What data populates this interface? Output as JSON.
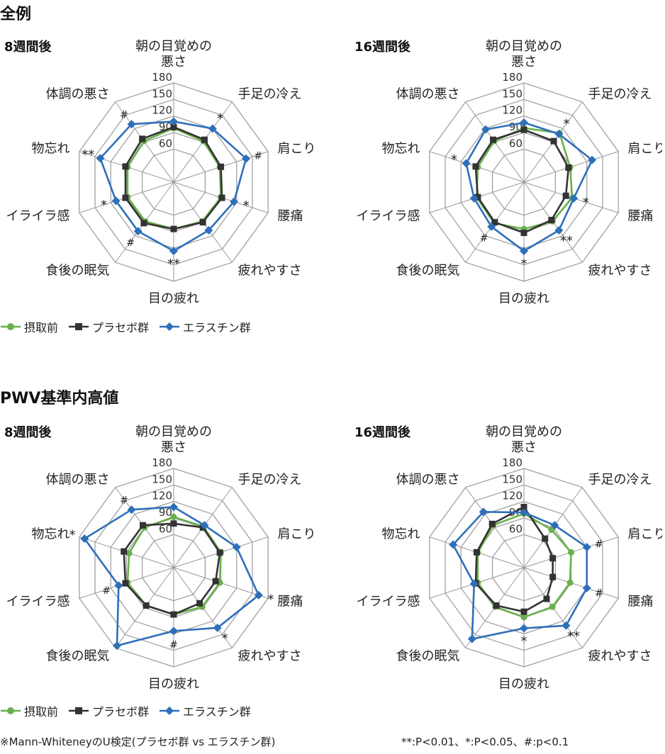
{
  "sections": [
    {
      "title": "全例"
    },
    {
      "title": "PWV基準内高値"
    }
  ],
  "legend": [
    {
      "label": "摂取前",
      "color": "#6ab04c",
      "marker": "circle"
    },
    {
      "label": "プラセボ群",
      "color": "#333333",
      "marker": "square"
    },
    {
      "label": "エラスチン群",
      "color": "#2e6fba",
      "marker": "diamond"
    }
  ],
  "footnote": {
    "test": "※Mann-WhiteneyのU検定(プラセボ群 vs エラスチン群)",
    "significance": "**:P<0.01、*:P<0.05、#:p<0.1"
  },
  "chart_data": [
    {
      "type": "radar",
      "section": "全例",
      "title": "8週間後",
      "axes": [
        "朝の目覚めの\n悪さ",
        "手足の冷え",
        "肩こり",
        "腰痛",
        "疲れやすさ",
        "目の疲れ",
        "食後の眠気",
        "イライラ感",
        "物忘れ",
        "体調の悪さ"
      ],
      "rlim": [
        0,
        180
      ],
      "ticks": [
        60,
        90,
        120,
        150,
        180
      ],
      "series": [
        {
          "name": "摂取前",
          "values": [
            98,
            92,
            88,
            90,
            88,
            85,
            88,
            88,
            88,
            92
          ]
        },
        {
          "name": "プラセボ群",
          "values": [
            100,
            95,
            90,
            92,
            90,
            85,
            92,
            92,
            92,
            97
          ]
        },
        {
          "name": "エラスチン群",
          "values": [
            110,
            120,
            138,
            115,
            108,
            125,
            110,
            110,
            140,
            130
          ]
        }
      ],
      "significance": [
        "",
        "*",
        "#",
        "*",
        "",
        "**",
        "#",
        "*",
        "**",
        "#"
      ]
    },
    {
      "type": "radar",
      "section": "全例",
      "title": "16週間後",
      "axes": [
        "朝の目覚めの\n悪さ",
        "手足の冷え",
        "肩こり",
        "腰痛",
        "疲れやすさ",
        "目の疲れ",
        "食後の眠気",
        "イライラ感",
        "物忘れ",
        "体調の悪さ"
      ],
      "rlim": [
        0,
        180
      ],
      "ticks": [
        60,
        90,
        120,
        150,
        180
      ],
      "series": [
        {
          "name": "摂取前",
          "values": [
            98,
            110,
            88,
            92,
            88,
            85,
            92,
            90,
            88,
            92
          ]
        },
        {
          "name": "プラセボ群",
          "values": [
            95,
            92,
            85,
            80,
            85,
            92,
            90,
            88,
            92,
            95
          ]
        },
        {
          "name": "エラスチン群",
          "values": [
            108,
            108,
            130,
            95,
            108,
            125,
            100,
            95,
            110,
            118
          ]
        }
      ],
      "significance": [
        "",
        "*",
        "",
        "*",
        "**",
        "*",
        "#",
        "",
        "*",
        ""
      ]
    },
    {
      "type": "radar",
      "section": "PWV基準内高値",
      "title": "8週間後",
      "axes": [
        "朝の目覚めの\n悪さ",
        "手足の冷え",
        "肩こり",
        "腰痛",
        "疲れやすさ",
        "目の疲れ",
        "食後の眠気",
        "イライラ感",
        "物忘れ",
        "体調の悪さ"
      ],
      "rlim": [
        0,
        180
      ],
      "ticks": [
        60,
        90,
        120,
        150,
        180
      ],
      "series": [
        {
          "name": "摂取前",
          "values": [
            92,
            92,
            90,
            88,
            88,
            85,
            85,
            88,
            85,
            90
          ]
        },
        {
          "name": "プラセボ群",
          "values": [
            80,
            90,
            88,
            80,
            80,
            85,
            85,
            92,
            95,
            95
          ]
        },
        {
          "name": "エラスチン群",
          "values": [
            110,
            95,
            120,
            162,
            135,
            115,
            175,
            105,
            170,
            130
          ]
        }
      ],
      "significance": [
        "",
        "",
        "",
        "*",
        "*",
        "#",
        "",
        "#",
        "*",
        "#"
      ]
    },
    {
      "type": "radar",
      "section": "PWV基準内高値",
      "title": "16週間後",
      "axes": [
        "朝の目覚めの\n悪さ",
        "手足の冷え",
        "肩こり",
        "腰痛",
        "疲れやすさ",
        "目の疲れ",
        "食後の眠気",
        "イライラ感",
        "物忘れ",
        "体調の悪さ"
      ],
      "rlim": [
        0,
        180
      ],
      "ticks": [
        60,
        90,
        120,
        150,
        180
      ],
      "series": [
        {
          "name": "摂取前",
          "values": [
            98,
            85,
            90,
            88,
            88,
            90,
            88,
            88,
            88,
            95
          ]
        },
        {
          "name": "プラセボ群",
          "values": [
            110,
            65,
            55,
            55,
            70,
            80,
            85,
            92,
            90,
            98
          ]
        },
        {
          "name": "エラスチン群",
          "values": [
            100,
            95,
            120,
            120,
            130,
            110,
            160,
            95,
            135,
            125
          ]
        }
      ],
      "significance": [
        "",
        "",
        "#",
        "#",
        "**",
        "*",
        "",
        "",
        "",
        ""
      ]
    }
  ]
}
